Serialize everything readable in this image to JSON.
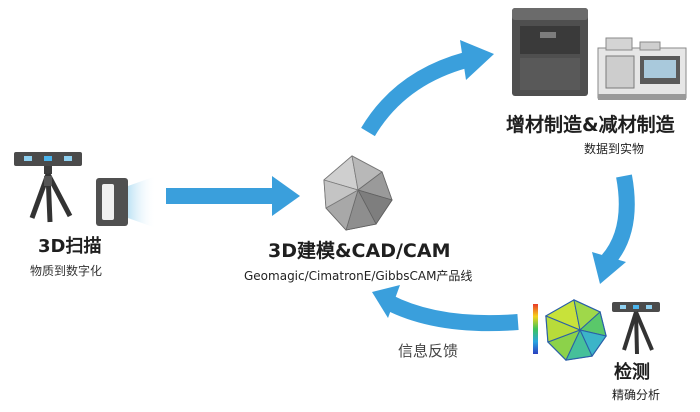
{
  "nodes": {
    "scan": {
      "title": "3D扫描",
      "subtitle": "物质到数字化"
    },
    "modeling": {
      "title": "3D建模&CAD/CAM",
      "subtitle": "Geomagic/CimatronE/GibbsCAM产品线"
    },
    "manufacture": {
      "title": "增材制造&减材制造",
      "subtitle": "数据到实物"
    },
    "inspection": {
      "title": "检测",
      "subtitle": "精确分析"
    }
  },
  "edges": {
    "feedback_label": "信息反馈"
  },
  "colors": {
    "arrow": "#3a9fdc",
    "text": "#1f1f1f",
    "machine_dark": "#5f5f5f",
    "machine_light": "#e4e4e4"
  }
}
